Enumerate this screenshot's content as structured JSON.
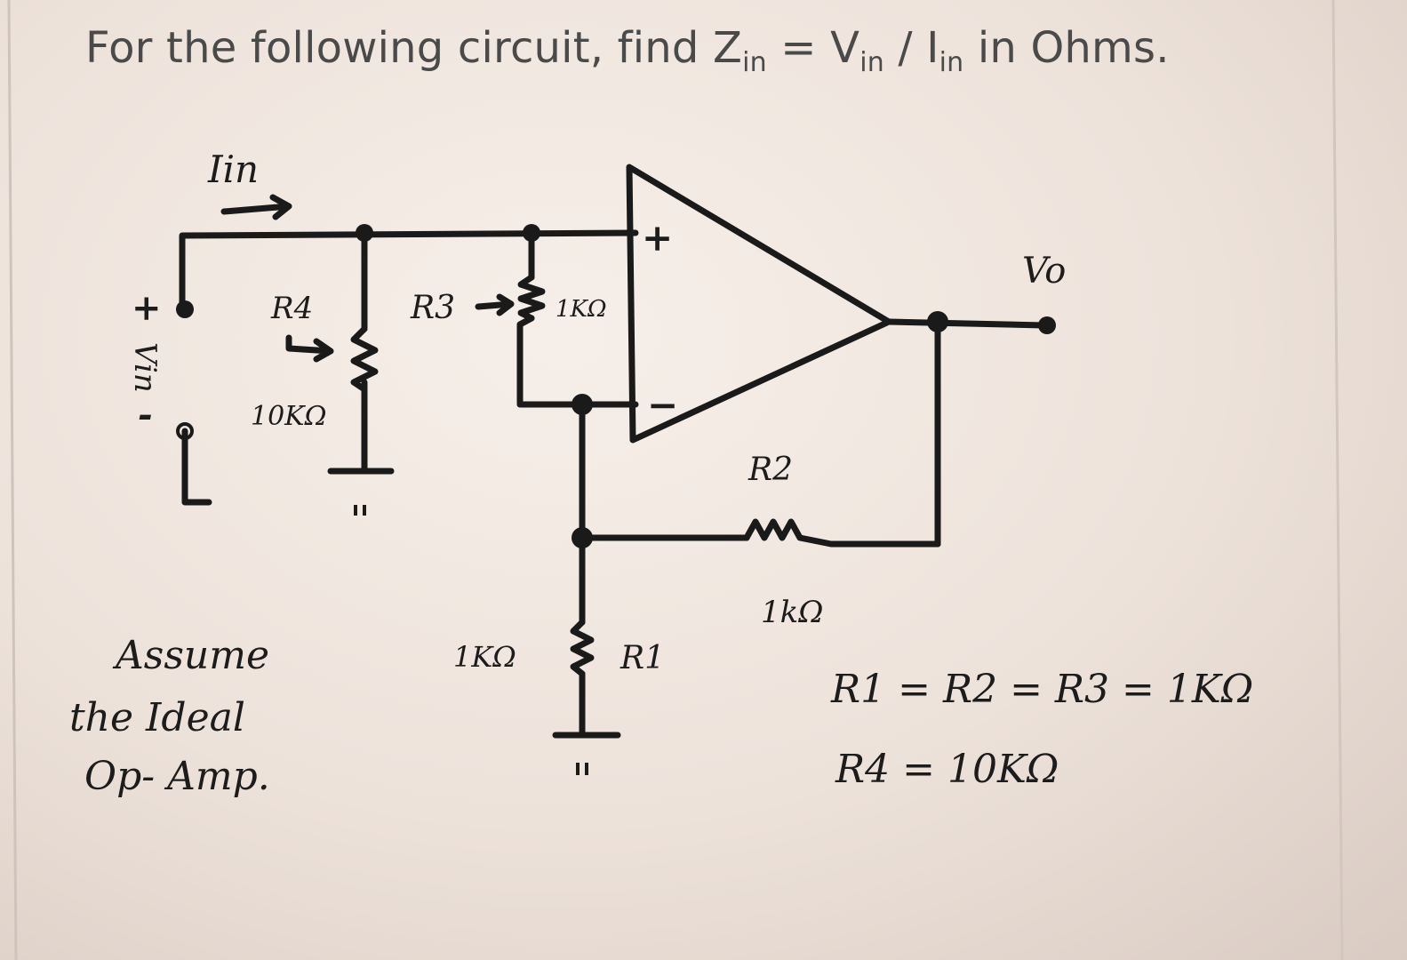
{
  "question": {
    "part1": "For the following circuit, find Z",
    "sub1": "in",
    "part2": " = V",
    "sub2": "in",
    "part3": " / I",
    "sub3": "in",
    "part4": " in Ohms."
  },
  "labels": {
    "iin": "Iin",
    "plus_terminal": "+",
    "vin": "Vin",
    "minus_terminal": "-",
    "r4": "R4",
    "r4_value": "10KΩ",
    "r3": "R3",
    "r3_value": "1KΩ",
    "opamp_plus": "+",
    "opamp_minus": "−",
    "vo": "Vo",
    "r2_top": "R2",
    "r2_value": "1kΩ",
    "r1_value": "1KΩ",
    "r1": "R1"
  },
  "notes": {
    "assume_line1": "Assume",
    "assume_line2": "the Ideal",
    "assume_line3": "Op- Amp.",
    "eq1": "R1 = R2 = R3 = 1KΩ",
    "eq2": "R4 = 10KΩ"
  }
}
